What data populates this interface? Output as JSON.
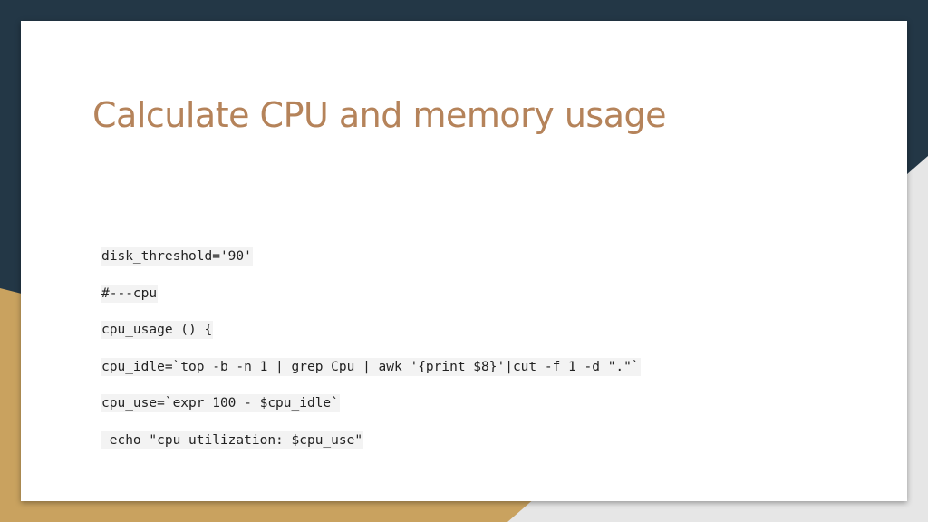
{
  "colors": {
    "background_dark": "#233746",
    "background_gold": "#c9a25f",
    "background_light": "#e6e6e6",
    "slide": "#ffffff",
    "title": "#b5835a",
    "code_highlight": "#f3f3f3"
  },
  "slide": {
    "title": "Calculate CPU and memory usage",
    "code_lines": [
      "disk_threshold='90'",
      "#---cpu",
      "cpu_usage () {",
      "cpu_idle=`top -b -n 1 | grep Cpu | awk '{print $8}'|cut -f 1 -d \".\"`",
      "cpu_use=`expr 100 - $cpu_idle`",
      " echo \"cpu utilization: $cpu_use\""
    ]
  }
}
